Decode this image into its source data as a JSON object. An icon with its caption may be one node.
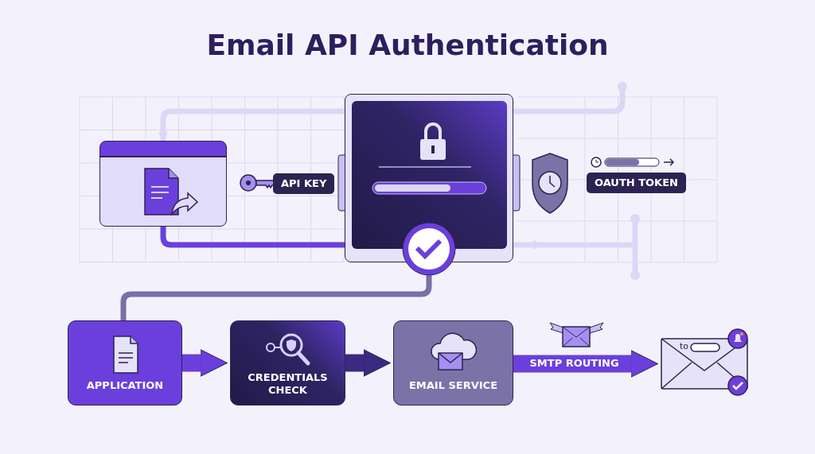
{
  "diagram": {
    "title": "Email API Authentication",
    "nodes": [
      {
        "text": [],
        "shape": "box"
      },
      {
        "text": [],
        "shape": "box"
      },
      {
        "text": [
          "APPLICATION"
        ]
      },
      {
        "text": [
          "CREDENTIALS CHECK"
        ]
      },
      {
        "text": [
          "EMAIL SERVICE"
        ]
      },
      {
        "text": [
          "to"
        ]
      }
    ],
    "edges": [
      {
        "from": 0,
        "to": 1,
        "arrow": "none"
      },
      {
        "from": 1,
        "to": 2,
        "arrow": "none",
        "color": "#7a6fa8"
      },
      {
        "from": 1,
        "to": 0,
        "arrow": "to",
        "color": "#dcd7f6"
      },
      {
        "from": 2,
        "to": 3,
        "arrow": "to",
        "style": "thick"
      },
      {
        "from": 3,
        "to": 4,
        "arrow": "to",
        "style": "thick",
        "color": "#3a2a80"
      },
      {
        "from": 4,
        "to": 5,
        "arrow": "to",
        "style": "thick",
        "label": "SMTP ROUTING"
      }
    ],
    "labels": [
      "API KEY",
      "OAUTH TOKEN"
    ]
  }
}
